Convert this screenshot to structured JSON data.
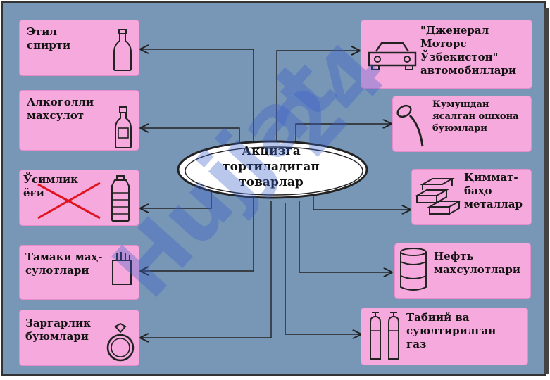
{
  "center": {
    "label": "Акцизга\nтортиладиган\nтоварлар"
  },
  "left_items": [
    {
      "id": "ethyl",
      "label": "Этил\nспирти",
      "icon": "bottle-icon"
    },
    {
      "id": "alcohol",
      "label": "Алкоголли\nмаҳсулот",
      "icon": "liquor-bottle-icon"
    },
    {
      "id": "vegoil",
      "label": "Ўсимлик\nёғи",
      "icon": "oil-bottle-icon",
      "crossed": true
    },
    {
      "id": "tobacco",
      "label": "Тамаки маҳ-\nсулотлари",
      "icon": "cigarette-pack-icon"
    },
    {
      "id": "jewelry",
      "label": "Заргарлик\nбуюмлари",
      "icon": "ring-icon"
    }
  ],
  "right_items": [
    {
      "id": "gm",
      "label": "\"Дженерал\nМоторс\nЎзбекистон\"\nавтомобиллари",
      "icon": "car-icon"
    },
    {
      "id": "silver",
      "label": "Кумушдан\nясалган ошхона\nбуюмлари",
      "icon": "spoon-icon"
    },
    {
      "id": "precious",
      "label": "Қиммат-\nбаҳо\nметаллар",
      "icon": "gold-bars-icon"
    },
    {
      "id": "oil",
      "label": "Нефть\nмаҳсулотлари",
      "icon": "oil-barrel-icon"
    },
    {
      "id": "gas",
      "label": "Табиий ва\nсуюлтирилган\nгаз",
      "icon": "gas-cylinders-icon"
    }
  ],
  "colors": {
    "background": "#7896b6",
    "box_fill": "#f6a9dc",
    "wire": "#222222",
    "cross": "#e0141e",
    "watermark": "#3a5fcc"
  },
  "watermark": {
    "text": "Hujjat 24"
  }
}
